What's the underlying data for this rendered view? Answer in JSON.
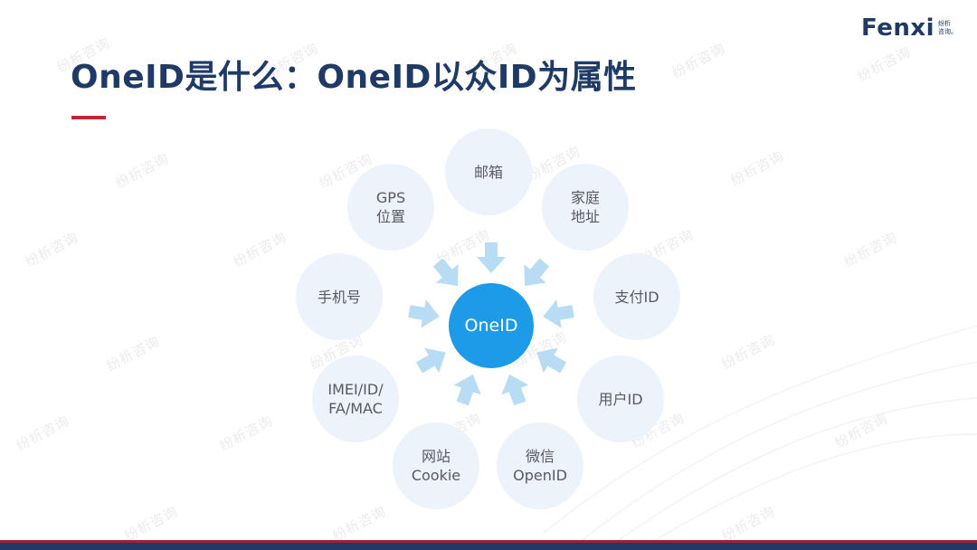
{
  "title": "OneID是什么：OneID以众ID为属性",
  "logo": {
    "text": "Fenxi",
    "sub_line1": "纷析",
    "sub_line2": "咨询。"
  },
  "watermark": "纷析咨询",
  "center": {
    "label": "OneID"
  },
  "nodes": [
    {
      "line1": "邮箱",
      "line2": ""
    },
    {
      "line1": "家庭",
      "line2": "地址"
    },
    {
      "line1": "支付ID",
      "line2": ""
    },
    {
      "line1": "用户ID",
      "line2": ""
    },
    {
      "line1": "微信",
      "line2": "OpenID"
    },
    {
      "line1": "网站",
      "line2": "Cookie"
    },
    {
      "line1": "IMEI/ID/",
      "line2": "FA/MAC"
    },
    {
      "line1": "手机号",
      "line2": ""
    },
    {
      "line1": "GPS",
      "line2": "位置"
    }
  ],
  "colors": {
    "title": "#1f3a66",
    "accent": "#c0243b",
    "center": "#1e9be8",
    "node": "#ecf3fa",
    "arrow": "#b9dcf5"
  }
}
